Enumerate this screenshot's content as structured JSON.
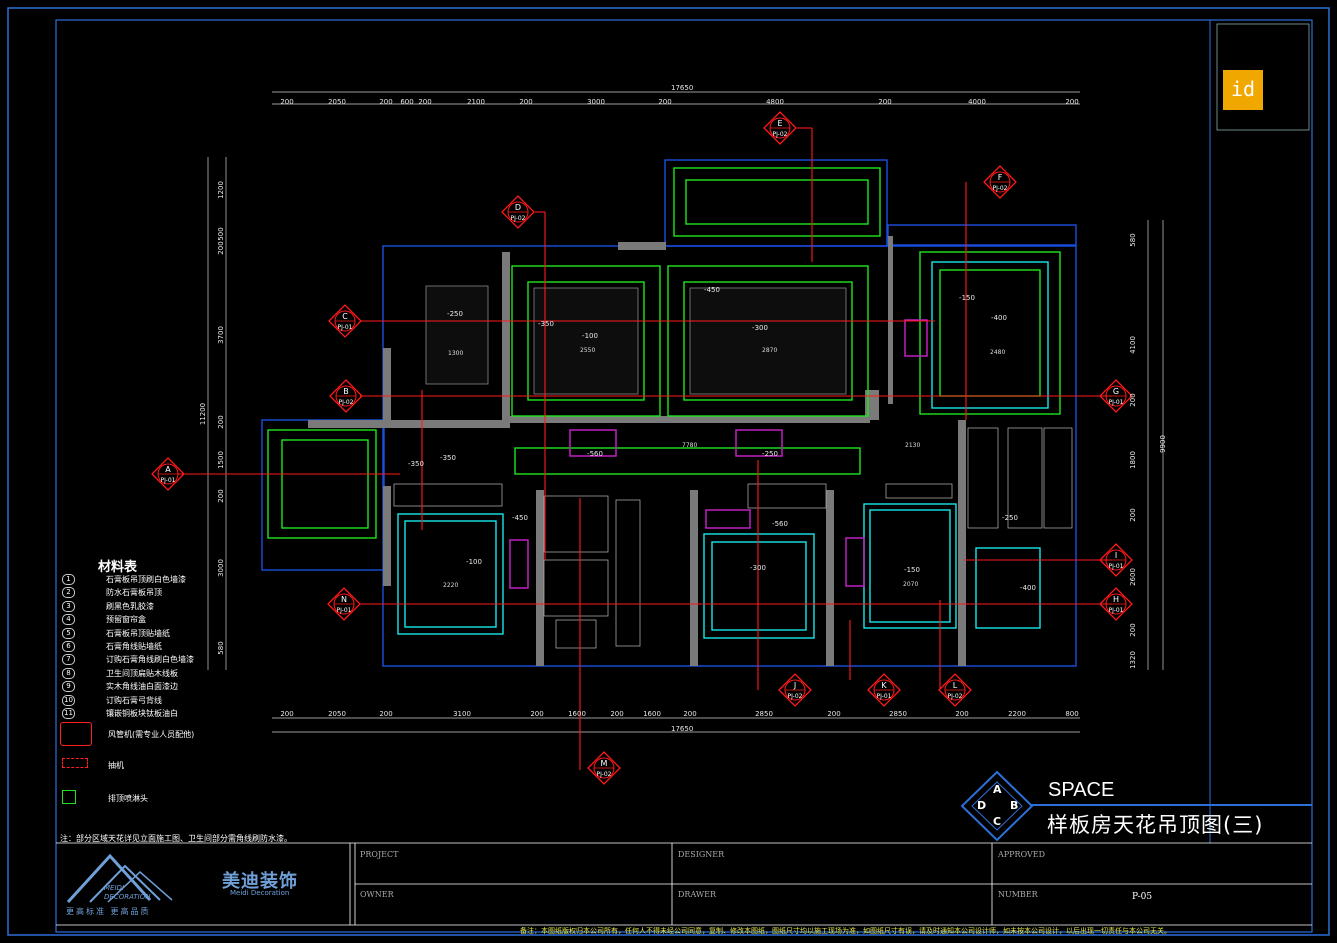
{
  "dimensions": {
    "top_total": "17650",
    "top_segments": [
      "200",
      "2050",
      "200",
      "600",
      "200",
      "2100",
      "200",
      "3000",
      "200",
      "4800",
      "200",
      "4000",
      "200"
    ],
    "bottom_total": "17650",
    "bottom_segments": [
      "200",
      "2050",
      "200",
      "3100",
      "200",
      "1600",
      "200",
      "1600",
      "200",
      "2850",
      "200",
      "2850",
      "200",
      "2200",
      "800"
    ],
    "left_total": "11200",
    "left_segments": [
      "1200",
      "500",
      "200",
      "3700",
      "200",
      "1500",
      "200",
      "3000",
      "580"
    ],
    "right_total": "9900",
    "right_segments": [
      "580",
      "4100",
      "200",
      "1800",
      "200",
      "2600",
      "200",
      "1320"
    ]
  },
  "section_markers": [
    {
      "letter": "A",
      "ref": "PJ-01"
    },
    {
      "letter": "B",
      "ref": "PJ-02"
    },
    {
      "letter": "C",
      "ref": "PJ-01"
    },
    {
      "letter": "D",
      "ref": "PJ-02"
    },
    {
      "letter": "E",
      "ref": "PJ-02"
    },
    {
      "letter": "F",
      "ref": "PJ-02"
    },
    {
      "letter": "G",
      "ref": "PJ-01"
    },
    {
      "letter": "H",
      "ref": "PJ-01"
    },
    {
      "letter": "I",
      "ref": "PJ-01"
    },
    {
      "letter": "J",
      "ref": "PJ-02"
    },
    {
      "letter": "K",
      "ref": "PJ-01"
    },
    {
      "letter": "L",
      "ref": "PJ-02"
    },
    {
      "letter": "M",
      "ref": "PJ-02"
    },
    {
      "letter": "N",
      "ref": "PJ-01"
    }
  ],
  "room_labels": {
    "dim_2550": "2550",
    "dim_2870": "2870",
    "dim_2480": "2480",
    "dim_7780": "7780",
    "dim_2220": "2220",
    "dim_2070": "2070",
    "dim_1300": "1300",
    "dim_2130": "2130"
  },
  "level_tags": [
    "-250",
    "-350",
    "-100",
    "-450",
    "-300",
    "-150",
    "-400",
    "-560"
  ],
  "legend": {
    "title": "材料表",
    "items": [
      {
        "num": "1",
        "text": "石膏板吊顶刷白色墙漆"
      },
      {
        "num": "2",
        "text": "防水石膏板吊顶"
      },
      {
        "num": "3",
        "text": "刷黑色乳胶漆"
      },
      {
        "num": "4",
        "text": "预留窗帘盒"
      },
      {
        "num": "5",
        "text": "石膏板吊顶贴墙纸"
      },
      {
        "num": "6",
        "text": "石膏角线贴墙纸"
      },
      {
        "num": "7",
        "text": "订购石膏角线刷白色墙漆"
      },
      {
        "num": "8",
        "text": "卫生间顶扁贴木线板"
      },
      {
        "num": "9",
        "text": "实木角线油白面漆边"
      },
      {
        "num": "10",
        "text": "订购石膏弓背线"
      },
      {
        "num": "11",
        "text": "镶嵌铜板块钛板油白"
      }
    ],
    "symbols": [
      {
        "text": "风管机(需专业人员配他)",
        "color": "#ff2020"
      },
      {
        "text": "抽机",
        "color": "#ff2020"
      },
      {
        "text": "排顶喷淋头",
        "color": "#20e020"
      }
    ]
  },
  "note": "注：部分区域天花详见立面施工图、卫生间部分需角线刷防水漆。",
  "title_block": {
    "project_label": "PROJECT",
    "owner_label": "OWNER",
    "designer_label": "DESIGNER",
    "drawer_label": "DRAWER",
    "approved_label": "APPROVED",
    "number_label": "NUMBER",
    "number_value": "P-05",
    "space_label": "SPACE",
    "drawing_title": "样板房天花吊顶图(三)",
    "badge_letters": [
      "A",
      "B",
      "C",
      "D"
    ]
  },
  "brand": {
    "company_cn": "美迪装饰",
    "company_en": "Meidi Decoration",
    "logo_en_lines": [
      "MEIDI",
      "DECORATION"
    ],
    "slogan": "更高标准 更高品质",
    "id_mark": "id"
  },
  "footer": "备注：本图纸版权归本公司所有，任何人不得未经公司同意，复制、修改本图纸，图纸尺寸均以施工现场为准，如图纸尺寸有误，请及时通知本公司设计师，如未按本公司设计，以后出现一切责任与本公司无关。",
  "colors": {
    "frame": "#2d6fd8",
    "wall": "#1a4fe0",
    "beam": "#808080",
    "ceiling_green": "#1ee61e",
    "ceiling_cyan": "#18e8e8",
    "section_red": "#ff1a1a",
    "ac_magenta": "#c020c0",
    "dim_text": "#e8e8e8",
    "accent": "#f0a800"
  }
}
